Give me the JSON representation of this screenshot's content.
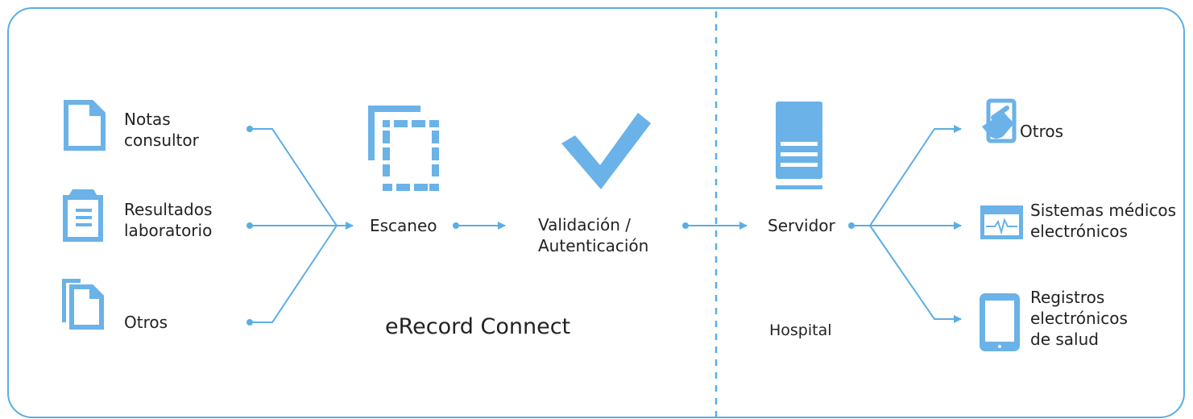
{
  "colors": {
    "accent": "#5aaee3",
    "icon_fill": "#6ab2e7",
    "text": "#222222"
  },
  "inputs": {
    "notas": {
      "line1": "Notas",
      "line2": "consultor",
      "icon": "document-icon"
    },
    "resultados": {
      "line1": "Resultados",
      "line2": "laboratorio",
      "icon": "clipboard-icon"
    },
    "otros": {
      "label": "Otros",
      "icon": "documents-stack-icon"
    }
  },
  "process": {
    "escaneo": {
      "label": "Escaneo",
      "icon": "scan-icon"
    },
    "validacion": {
      "line1": "Validación /",
      "line2": "Autenticación",
      "icon": "checkmark-icon"
    },
    "product_name": "eRecord Connect"
  },
  "hospital": {
    "servidor": {
      "label": "Servidor",
      "icon": "server-icon"
    },
    "zone_label": "Hospital"
  },
  "outputs": {
    "otros": {
      "label": "Otros",
      "icon": "touch-tablet-icon"
    },
    "sistemas": {
      "line1": "Sistemas médicos",
      "line2": "electrónicos",
      "icon": "monitor-ecg-icon"
    },
    "registros": {
      "line1": "Registros",
      "line2": "electrónicos",
      "line3": "de salud",
      "icon": "tablet-icon"
    }
  }
}
